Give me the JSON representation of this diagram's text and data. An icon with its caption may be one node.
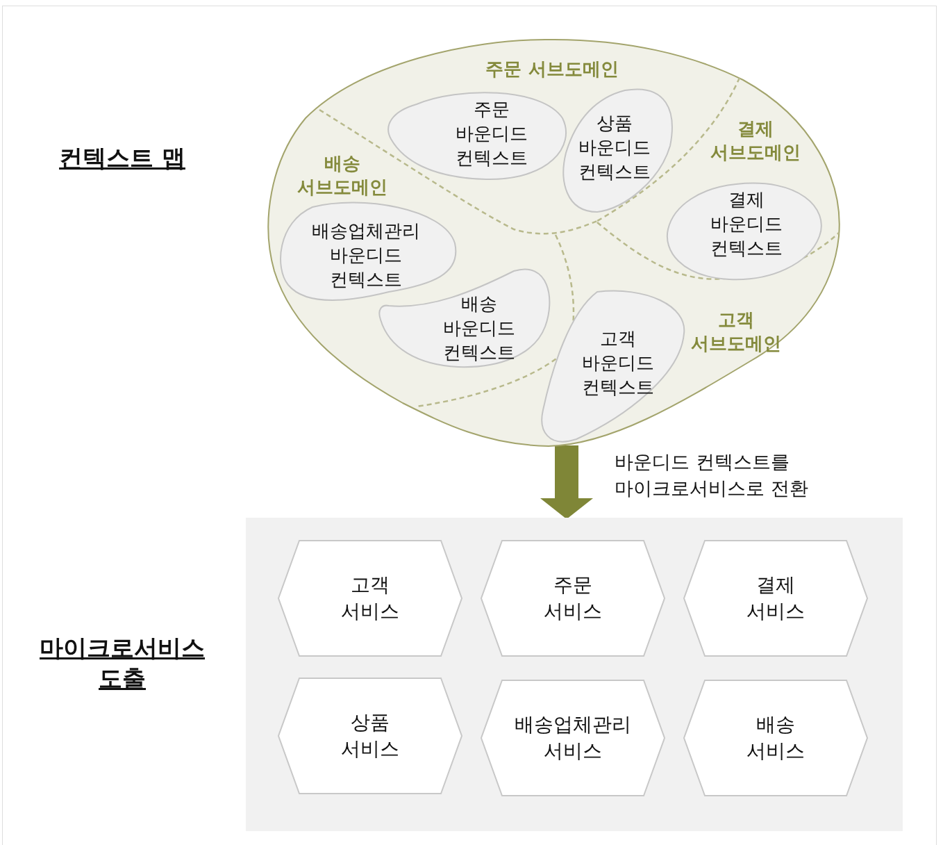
{
  "diagram": {
    "nodes": [
      {
        "text": [],
        "shape": "cloud"
      },
      {
        "text": [
          "주문 서브도메인"
        ],
        "in": 0
      },
      {
        "text": [
          "주문 바운디드 컨텍스트"
        ],
        "in": 1
      },
      {
        "text": [
          "상품 바운디드 컨텍스트"
        ],
        "in": 1
      },
      {
        "text": [
          "결제 서브도메인"
        ],
        "in": 0
      },
      {
        "text": [
          "결제 바운디드 컨텍스트"
        ],
        "in": 4
      },
      {
        "text": [
          "배송 서브도메인"
        ],
        "in": 0
      },
      {
        "text": [
          "배송업체관리 바운디드 컨텍스트"
        ],
        "in": 6
      },
      {
        "text": [
          "배송 바운디드 컨텍스트"
        ],
        "in": 6
      },
      {
        "text": [
          "고객 서브도메인"
        ],
        "in": 0
      },
      {
        "text": [
          "고객 바운디드 컨텍스트"
        ],
        "in": 9
      },
      {
        "text": [],
        "shape": "box"
      },
      {
        "text": [
          "고객 서비스"
        ],
        "in": 11
      },
      {
        "text": [
          "주문 서비스"
        ],
        "in": 11
      },
      {
        "text": [
          "결제 서비스"
        ],
        "in": 11
      },
      {
        "text": [
          "상품 서비스"
        ],
        "in": 11
      },
      {
        "text": [
          "배송업체관리 서비스"
        ],
        "in": 11
      },
      {
        "text": [
          "배송 서비스"
        ],
        "in": 11
      }
    ],
    "edges": [
      {
        "from": 0,
        "to": 11,
        "arrow": "to",
        "label": "바운디드 컨텍스트를 마이크로서비스로 전환",
        "color": "#7f8637"
      }
    ],
    "labels": [
      "컨텍스트 맵",
      "마이크로서비스 도출"
    ]
  }
}
